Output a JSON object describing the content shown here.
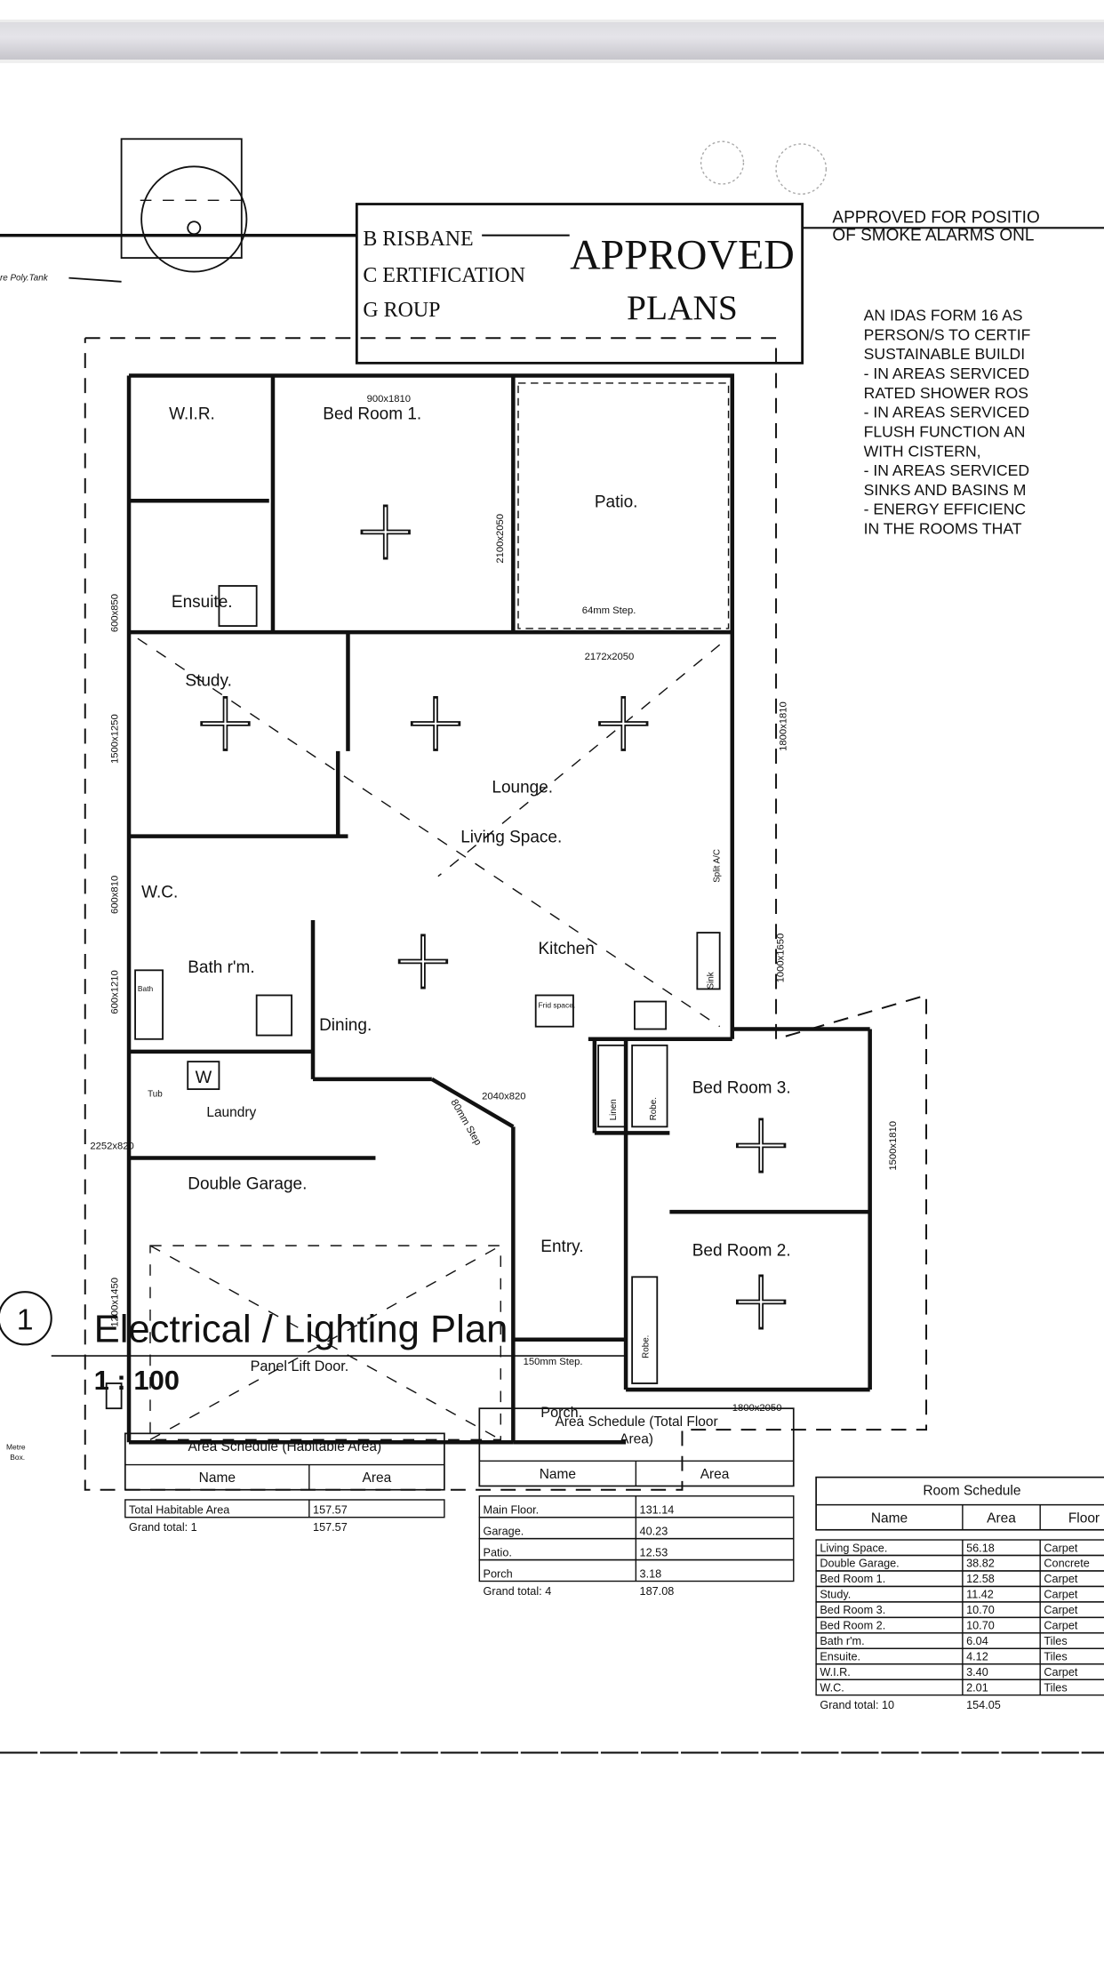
{
  "viewer": {
    "toolbar": ""
  },
  "stamp": {
    "company_lines": [
      "B RISBANE",
      "C ERTIFICATION",
      "G ROUP"
    ],
    "approved": "APPROVED",
    "plans": "PLANS"
  },
  "notes": {
    "heading_line1": "APPROVED FOR POSITIO",
    "heading_line2": "OF SMOKE ALARMS ONL",
    "paragraph": [
      "AN IDAS FORM 16 AS",
      "PERSON/S TO CERTIF",
      "SUSTAINABLE BUILDI",
      "- IN AREAS SERVICED",
      "RATED SHOWER ROS",
      "- IN AREAS SERVICED",
      "FLUSH FUNCTION AN",
      "WITH CISTERN,",
      "- IN AREAS SERVICED",
      "SINKS AND BASINS M",
      "- ENERGY EFFICIENC",
      "IN THE ROOMS THAT"
    ]
  },
  "plan": {
    "tank_label": "re Poly.Tank",
    "meter_box": [
      "Metre",
      "Box."
    ],
    "rooms": {
      "wir": "W.I.R.",
      "bed1": "Bed Room 1.",
      "patio": "Patio.",
      "ensuite": "Ensuite.",
      "study": "Study.",
      "lounge": "Lounge.",
      "living": "Living Space.",
      "wc": "W.C.",
      "bath": "Bath r'm.",
      "dining": "Dining.",
      "kitchen": "Kitchen",
      "laundry": "Laundry",
      "garage": "Double Garage.",
      "entry": "Entry.",
      "bed3": "Bed Room 3.",
      "bed2": "Bed Room 2.",
      "panel_door": "Panel Lift Door.",
      "porch": "Porch."
    },
    "fixtures": {
      "bath": "Bath",
      "tub": "Tub",
      "washer": "W",
      "fridge": "Frid space.",
      "sink": "Sink",
      "linen": "Linen",
      "robe3": "Robe.",
      "robe2": "Robe.",
      "ac": "Split A/C"
    },
    "dimensions": {
      "d900x1810": "900x1810",
      "d2100x2050": "2100x2050",
      "step64": "64mm Step.",
      "d2172x2050": "2172x2050",
      "d1800x1810": "1800x1810",
      "d600x850": "600x850",
      "d1500x1250": "1500x1250",
      "d600x810": "600x810",
      "d600x1210": "600x1210",
      "d2252x820": "2252x820",
      "d1200x1450": "1200x1450",
      "d2040x820": "2040x820",
      "step80": "80mm Step",
      "d1500x1810": "1500x1810",
      "d1800x2050": "1800x2050",
      "step150": "150mm Step.",
      "d1000x1650": "1000x1650"
    }
  },
  "title_block": {
    "number": "1",
    "title": "Electrical / Lighting Plan",
    "scale": "1 : 100"
  },
  "habitable_schedule": {
    "title": "Area Schedule (Habitable Area)",
    "columns": [
      "Name",
      "Area"
    ],
    "rows": [
      [
        "Total Habitable Area",
        "157.57"
      ]
    ],
    "grand_total": [
      "Grand total: 1",
      "157.57"
    ]
  },
  "total_floor_schedule": {
    "title_line1": "Area Schedule (Total Floor",
    "title_line2": "Area)",
    "columns": [
      "Name",
      "Area"
    ],
    "rows": [
      [
        "Main Floor.",
        "131.14"
      ],
      [
        "Garage.",
        "40.23"
      ],
      [
        "Patio.",
        "12.53"
      ],
      [
        "Porch",
        "3.18"
      ]
    ],
    "grand_total": [
      "Grand total: 4",
      "187.08"
    ]
  },
  "room_schedule": {
    "title": "Room Schedule",
    "columns": [
      "Name",
      "Area",
      "Floor"
    ],
    "rows": [
      [
        "Living Space.",
        "56.18",
        "Carpet"
      ],
      [
        "Double Garage.",
        "38.82",
        "Concrete"
      ],
      [
        "Bed Room 1.",
        "12.58",
        "Carpet"
      ],
      [
        "Study.",
        "11.42",
        "Carpet"
      ],
      [
        "Bed Room 3.",
        "10.70",
        "Carpet"
      ],
      [
        "Bed Room 2.",
        "10.70",
        "Carpet"
      ],
      [
        "Bath r'm.",
        "6.04",
        "Tiles"
      ],
      [
        "Ensuite.",
        "4.12",
        "Tiles"
      ],
      [
        "W.I.R.",
        "3.40",
        "Carpet"
      ],
      [
        "W.C.",
        "2.01",
        "Tiles"
      ]
    ],
    "grand_total": [
      "Grand total: 10",
      "154.05"
    ]
  }
}
